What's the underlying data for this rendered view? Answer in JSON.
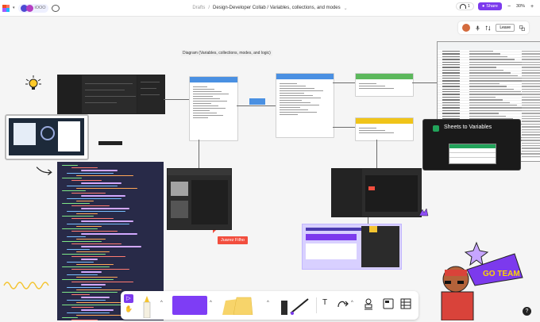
{
  "topbar": {
    "breadcrumb_folder": "Drafts",
    "breadcrumb_sep": "/",
    "file_title": "Design-Developer Collab / Variables, collections, and modes",
    "title_chevron": "⌄",
    "avatar_pill_text": "iOOO",
    "headset_count": "1",
    "share_label": "Share",
    "zoom_minus": "−",
    "zoom_level": "30%",
    "zoom_plus": "+"
  },
  "float_toolbar": {
    "leave_label": "Leave"
  },
  "canvas": {
    "section_label": "Diagram (Variables, collections, modes, and logic)",
    "cursor_name": "Juarez Filho",
    "sheets_card_title": "Sheets to Variables"
  },
  "toolbar": {
    "pointer_glyph": "▷",
    "hand_glyph": "✋",
    "text_glyph": "T",
    "chev": "^"
  },
  "help_glyph": "?",
  "colors": {
    "accent": "#7c3aed",
    "cursor_tag": "#f24e3e",
    "node_blue": "#4a90e2",
    "node_green": "#5cb85c",
    "node_yellow": "#f0c419"
  }
}
